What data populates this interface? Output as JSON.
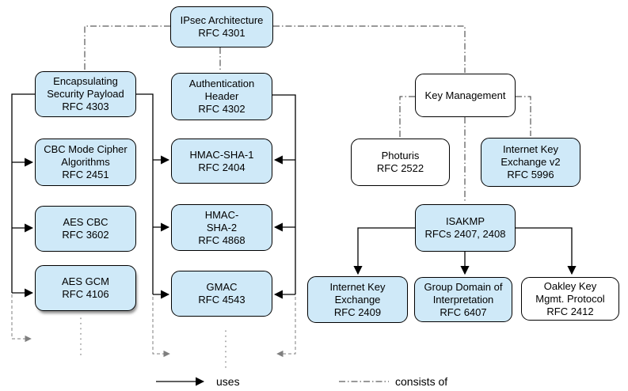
{
  "nodes": {
    "ipsec": {
      "text": "IPsec Architecture\nRFC 4301",
      "fill": "blue"
    },
    "esp": {
      "text": "Encapsulating\nSecurity Payload\nRFC 4303",
      "fill": "blue"
    },
    "cbc": {
      "text": "CBC Mode Cipher\nAlgorithms\nRFC 2451",
      "fill": "blue"
    },
    "aescbc": {
      "text": "AES CBC\nRFC 3602",
      "fill": "blue"
    },
    "aesgcm": {
      "text": "AES GCM\nRFC 4106",
      "fill": "blue"
    },
    "ah": {
      "text": "Authentication\nHeader\nRFC 4302",
      "fill": "blue"
    },
    "hmacsha1": {
      "text": "HMAC-SHA-1\nRFC 2404",
      "fill": "blue"
    },
    "hmacsha2": {
      "text": "HMAC-\nSHA-2\nRFC 4868",
      "fill": "blue"
    },
    "gmac": {
      "text": "GMAC\nRFC 4543",
      "fill": "blue"
    },
    "keymgmt": {
      "text": "Key Management",
      "fill": "white"
    },
    "photuris": {
      "text": "Photuris\nRFC 2522",
      "fill": "white"
    },
    "ikev2": {
      "text": "Internet Key\nExchange v2\nRFC 5996",
      "fill": "blue"
    },
    "isakmp": {
      "text": "ISAKMP\nRFCs 2407, 2408",
      "fill": "blue"
    },
    "ike": {
      "text": "Internet Key\nExchange\nRFC 2409",
      "fill": "blue"
    },
    "gdoi": {
      "text": "Group Domain of\nInterpretation\nRFC 6407",
      "fill": "blue"
    },
    "oakley": {
      "text": "Oakley Key\nMgmt. Protocol\nRFC 2412",
      "fill": "white"
    }
  },
  "edges": {
    "uses": [
      {
        "from": "esp",
        "to": "cbc"
      },
      {
        "from": "esp",
        "to": "aescbc"
      },
      {
        "from": "esp",
        "to": "aesgcm"
      },
      {
        "from": "esp",
        "to": "hmacsha1"
      },
      {
        "from": "esp",
        "to": "hmacsha2"
      },
      {
        "from": "esp",
        "to": "gmac"
      },
      {
        "from": "ah",
        "to": "hmacsha1"
      },
      {
        "from": "ah",
        "to": "hmacsha2"
      },
      {
        "from": "ah",
        "to": "gmac"
      },
      {
        "from": "isakmp",
        "to": "ike"
      },
      {
        "from": "isakmp",
        "to": "gdoi"
      },
      {
        "from": "isakmp",
        "to": "oakley"
      }
    ],
    "consists_of": [
      {
        "from": "ipsec",
        "to": "esp"
      },
      {
        "from": "ipsec",
        "to": "ah"
      },
      {
        "from": "ipsec",
        "to": "keymgmt"
      },
      {
        "from": "keymgmt",
        "to": "photuris"
      },
      {
        "from": "keymgmt",
        "to": "ikev2"
      },
      {
        "from": "keymgmt",
        "to": "isakmp"
      }
    ]
  },
  "legend": {
    "uses": "uses",
    "consists_of": "consists of"
  },
  "colors": {
    "node_fill_blue": "#cfe9f8",
    "node_fill_white": "#ffffff",
    "node_border": "#000000",
    "uses_line": "#000000",
    "consists_of_line": "#333333",
    "continuation_line": "#7f7f7f",
    "dotted_line": "#9a9a9a"
  }
}
